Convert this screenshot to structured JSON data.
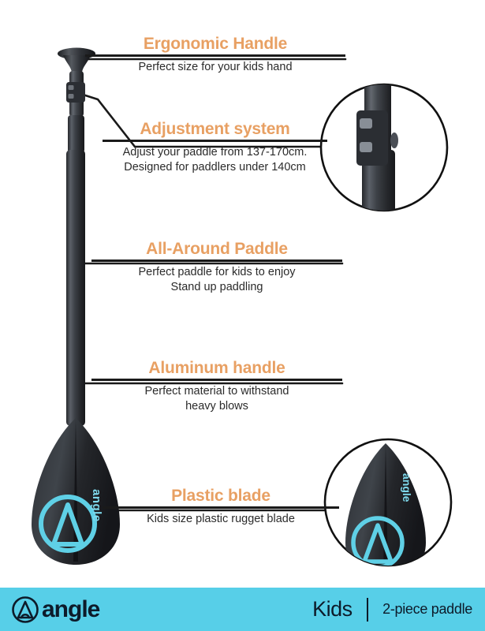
{
  "callouts": [
    {
      "id": "handle",
      "title": "Ergonomic Handle",
      "body": "Perfect size for your kids hand"
    },
    {
      "id": "adjustment",
      "title": "Adjustment system",
      "body": "Adjust your paddle from 137-170cm.\nDesigned for paddlers under 140cm"
    },
    {
      "id": "allaround",
      "title": "All-Around Paddle",
      "body": "Perfect paddle for kids to enjoy\nStand up paddling"
    },
    {
      "id": "aluminum",
      "title": "Aluminum handle",
      "body": "Perfect material to withstand\nheavy blows"
    },
    {
      "id": "blade",
      "title": "Plastic blade",
      "body": "Kids size plastic rugget blade"
    }
  ],
  "product": {
    "blade_brand_text": "angle"
  },
  "footer": {
    "brand": "angle",
    "category": "Kids",
    "variant": "2-piece paddle"
  },
  "colors": {
    "heading_orange": "#e8a063",
    "footer_cyan": "#57cfe8",
    "ink": "#1a1a1a",
    "brand_cyan": "#5fd0e6",
    "shaft_dark": "#3a3d42"
  }
}
